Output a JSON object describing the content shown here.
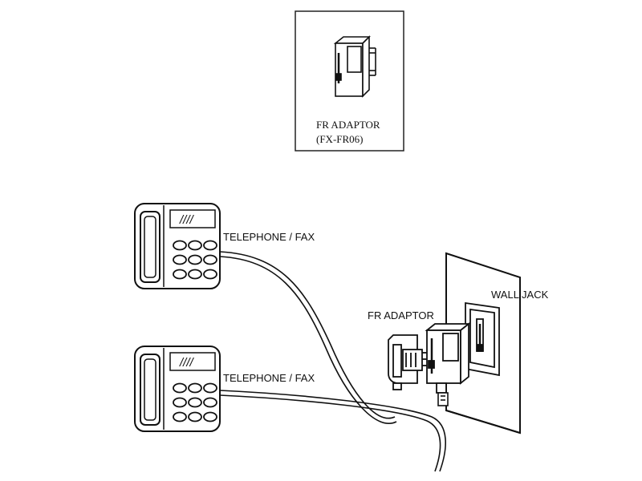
{
  "inset": {
    "label": "FR ADAPTOR",
    "model": "(FX-FR06)"
  },
  "labels": {
    "telephone_top": "TELEPHONE / FAX",
    "telephone_bottom": "TELEPHONE / FAX",
    "fr_adaptor": "FR ADAPTOR",
    "wall_jack": "WALL JACK"
  },
  "phone_display_marks": "////"
}
